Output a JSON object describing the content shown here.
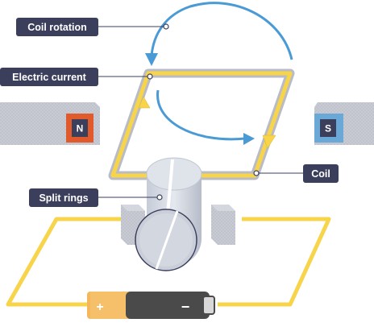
{
  "labels": {
    "coil_rotation": "Coil rotation",
    "electric_current": "Electric current",
    "coil": "Coil",
    "split_rings": "Split rings"
  },
  "magnets": {
    "north": "N",
    "south": "S"
  },
  "battery": {
    "positive": "+",
    "negative": "−"
  },
  "colors": {
    "label_bg": "#3b3f5c",
    "coil_yellow": "#f7d44a",
    "coil_outline": "#b9bcc6",
    "rotation_arrow": "#4a9ad6",
    "north_red": "#e05a2b",
    "south_blue": "#6aa8d8",
    "magnet_grey": "#c9ccd4",
    "wire_yellow": "#f7d44a",
    "battery_orange": "#f4b75a",
    "battery_dark": "#4a4a4a"
  },
  "icons": {
    "rotation": "curved-arrow-icon",
    "current_direction": "arrowhead-icon"
  }
}
